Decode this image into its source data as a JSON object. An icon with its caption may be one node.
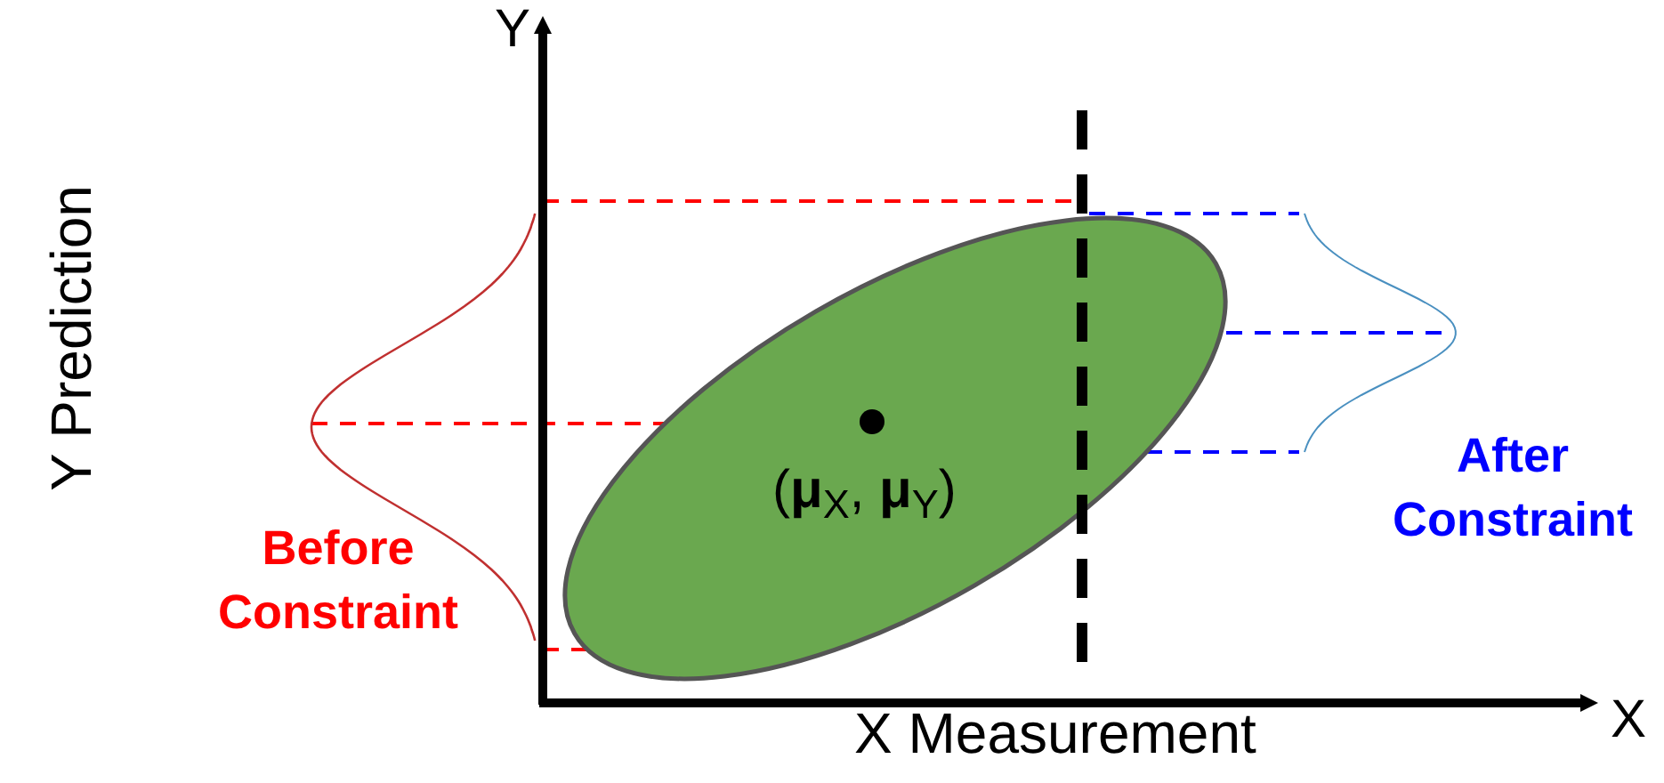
{
  "diagram": {
    "nodes": [
      {
        "text": [
          "(**μ**$_{X}$, **μ**$_{Y}$)"
        ]
      }
    ],
    "labels": [
      "Y",
      "X",
      "Y Prediction",
      "X Measurement",
      "Before Constraint",
      "After Constraint"
    ]
  }
}
